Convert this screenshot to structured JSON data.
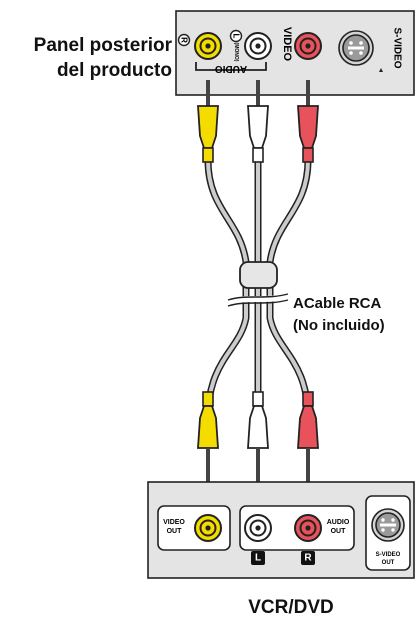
{
  "panel": {
    "title_line1": "Panel posterior",
    "title_line2": "del producto",
    "jack_r": "R",
    "jack_l": "L",
    "mono_note": "(MONO)",
    "audio": "AUDIO",
    "video": "VIDEO",
    "svideo": "S-VIDEO"
  },
  "cable": {
    "line1": "ACable RCA",
    "line2": "(No incluido)"
  },
  "vcr": {
    "title": "VCR/DVD",
    "video_out_1": "VIDEO",
    "video_out_2": "OUT",
    "audio_out_1": "AUDIO",
    "audio_out_2": "OUT",
    "badge_l": "L",
    "badge_r": "R",
    "svideo_out_1": "S-VIDEO",
    "svideo_out_2": "OUT"
  },
  "colors": {
    "yellow": "#f5dc00",
    "white": "#ffffff",
    "red": "#e8525a",
    "cable_gray": "#cccccc",
    "panel_gray": "#e4e4e4"
  }
}
